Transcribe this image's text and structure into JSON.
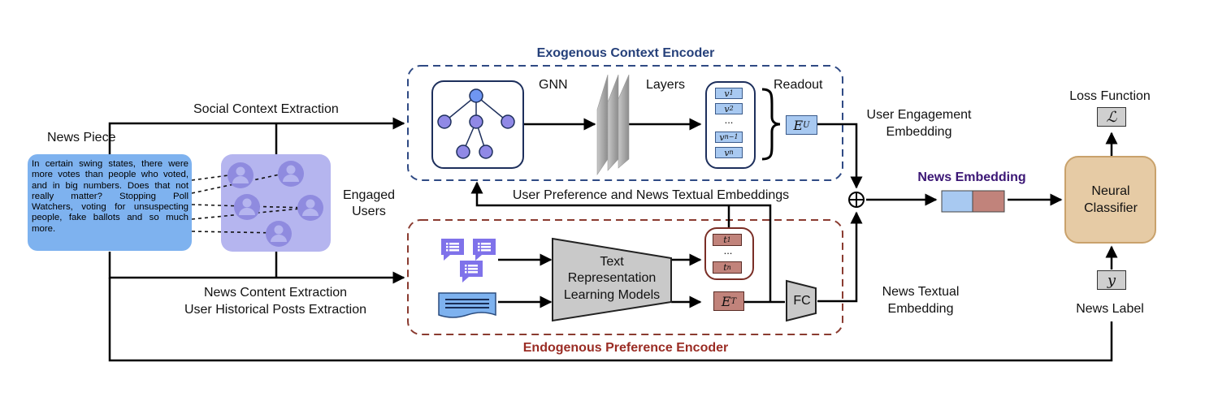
{
  "titles": {
    "exogenous": "Exogenous Context Encoder",
    "endogenous": "Endogenous Preference Encoder"
  },
  "labels": {
    "news_piece": "News Piece",
    "social_context": "Social Context Extraction",
    "engaged_users_1": "Engaged",
    "engaged_users_2": "Users",
    "news_content": "News Content Extraction",
    "user_history": "User Historical Posts Extraction",
    "gnn": "GNN",
    "layers": "Layers",
    "readout": "Readout",
    "user_engagement_1": "User Engagement",
    "user_engagement_2": "Embedding",
    "user_pref_news": "User Preference and News Textual Embeddings",
    "news_embedding": "News Embedding",
    "text_rep_1": "Text",
    "text_rep_2": "Representation",
    "text_rep_3": "Learning Models",
    "fc": "FC",
    "news_textual_1": "News Textual",
    "news_textual_2": "Embedding",
    "neural_1": "Neural",
    "neural_2": "Classifier",
    "loss_function": "Loss Function",
    "news_label": "News Label"
  },
  "news_text": "In certain swing states, there were more votes than people who voted, and in big numbers. Does that not really matter? Stopping Poll Watchers, voting for unsuspecting people, fake ballots and so much more.",
  "math": {
    "v1": "v",
    "v1_sub": "1",
    "v2": "v",
    "v2_sub": "2",
    "v_dots": "...",
    "vn1": "v",
    "vn1_sub": "n−1",
    "vn": "v",
    "vn_sub": "n",
    "eu": "E",
    "eu_sub": "U",
    "t1": "t",
    "t1_sub": "1",
    "t_dots": "...",
    "tn": "t",
    "tn_sub": "n",
    "et": "E",
    "et_sub": "T",
    "loss": "ℒ",
    "y": "y"
  },
  "icons": [
    "user-icon",
    "post-icon",
    "document-icon",
    "graph-icon",
    "plus-circle-icon"
  ],
  "colors": {
    "exogenous_title": "#25407a",
    "endogenous_title": "#9a2c24",
    "exogenous_border": "#2f4a84",
    "endogenous_border": "#8a3b30",
    "user_embedding": "#a8c9f1",
    "text_embedding": "#c1837b",
    "news_embedding_title": "#3b1675",
    "classifier_fill": "#e6cba5",
    "news_piece_fill": "#7eb2ef",
    "users_fill": "#b5b5ef",
    "user_icon": "#8f8bdf",
    "post_icon": "#7f72ea"
  }
}
